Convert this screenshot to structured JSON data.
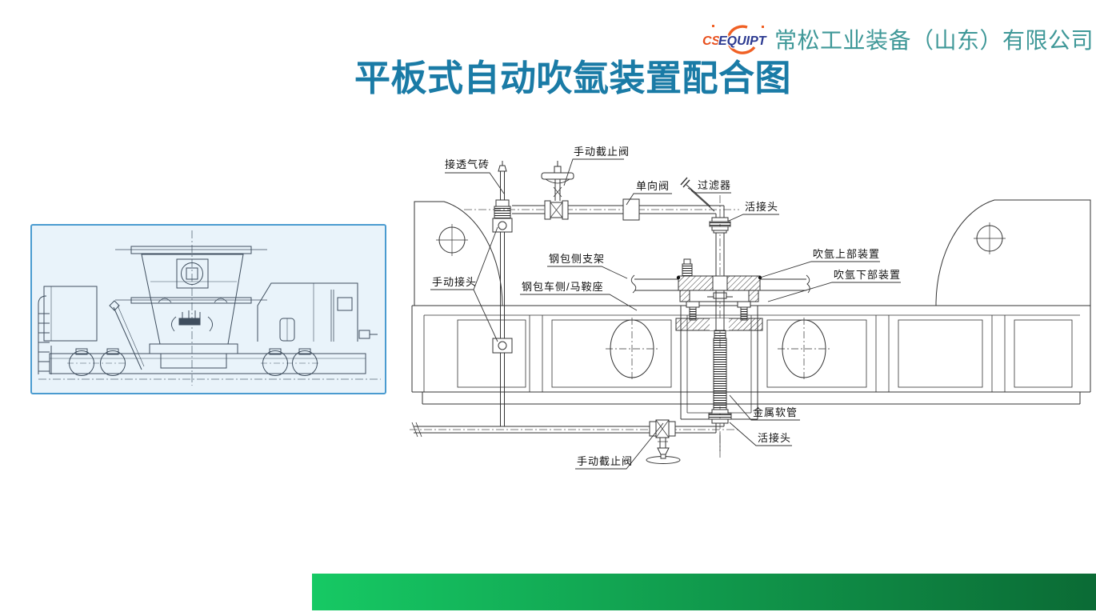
{
  "header": {
    "logo_cs": "CS",
    "logo_equipt": "EQUIPT",
    "company_name": "常松工业装备（山东）有限公司"
  },
  "title": "平板式自动吹氩装置配合图",
  "colors": {
    "title_text": "#1a7ba6",
    "company_text": "#3f9898",
    "logo_orange": "#f06024",
    "logo_blue": "#2b3990",
    "figure_border": "#4a9bd0",
    "figure_background": "#e9f3fa",
    "footer_bar_left": "#16c964",
    "footer_bar_right": "#0b6b35",
    "drawing_line": "#333333"
  },
  "diagram": {
    "labels": [
      {
        "id": "connect-porous-plug",
        "text": "接透气砖"
      },
      {
        "id": "manual-stop-valve-top",
        "text": "手动截止阀"
      },
      {
        "id": "check-valve",
        "text": "单向阀"
      },
      {
        "id": "filter",
        "text": "过滤器"
      },
      {
        "id": "union-upper",
        "text": "活接头"
      },
      {
        "id": "ladle-side-bracket",
        "text": "钢包侧支架"
      },
      {
        "id": "argon-upper-device",
        "text": "吹氩上部装置"
      },
      {
        "id": "argon-lower-device",
        "text": "吹氩下部装置"
      },
      {
        "id": "ladle-car-side-saddle",
        "text": "钢包车侧/马鞍座"
      },
      {
        "id": "manual-joint",
        "text": "手动接头"
      },
      {
        "id": "metal-hose",
        "text": "金属软管"
      },
      {
        "id": "union-lower",
        "text": "活接头"
      },
      {
        "id": "manual-stop-valve-bottom",
        "text": "手动截止阀"
      }
    ]
  }
}
